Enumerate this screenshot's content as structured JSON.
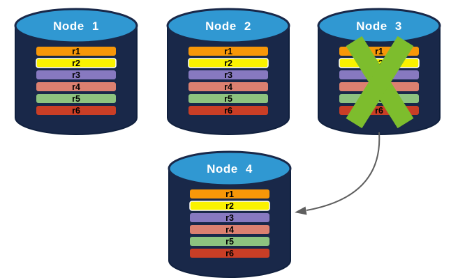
{
  "diagram": {
    "nodes": [
      {
        "title": "Node 1",
        "status": "healthy"
      },
      {
        "title": "Node 2",
        "status": "healthy"
      },
      {
        "title": "Node 3",
        "status": "failed"
      },
      {
        "title": "Node 4",
        "status": "healthy"
      }
    ],
    "replicas": [
      {
        "label": "r1",
        "color": "#F79708"
      },
      {
        "label": "r2",
        "color": "#FAF200",
        "stroke": "#FFFFFF"
      },
      {
        "label": "r3",
        "color": "#8779C0"
      },
      {
        "label": "r4",
        "color": "#DB8070"
      },
      {
        "label": "r5",
        "color": "#8DC37F"
      },
      {
        "label": "r6",
        "color": "#C93E26"
      }
    ],
    "colors": {
      "cylinder_body": "#192849",
      "cylinder_outline": "#10203E",
      "cylinder_top": "#3098D2",
      "failure_x": "#7DBD2D",
      "arrow": "#5F5F5F"
    },
    "arrow": {
      "from": "Node 3",
      "to": "Node 4"
    }
  }
}
